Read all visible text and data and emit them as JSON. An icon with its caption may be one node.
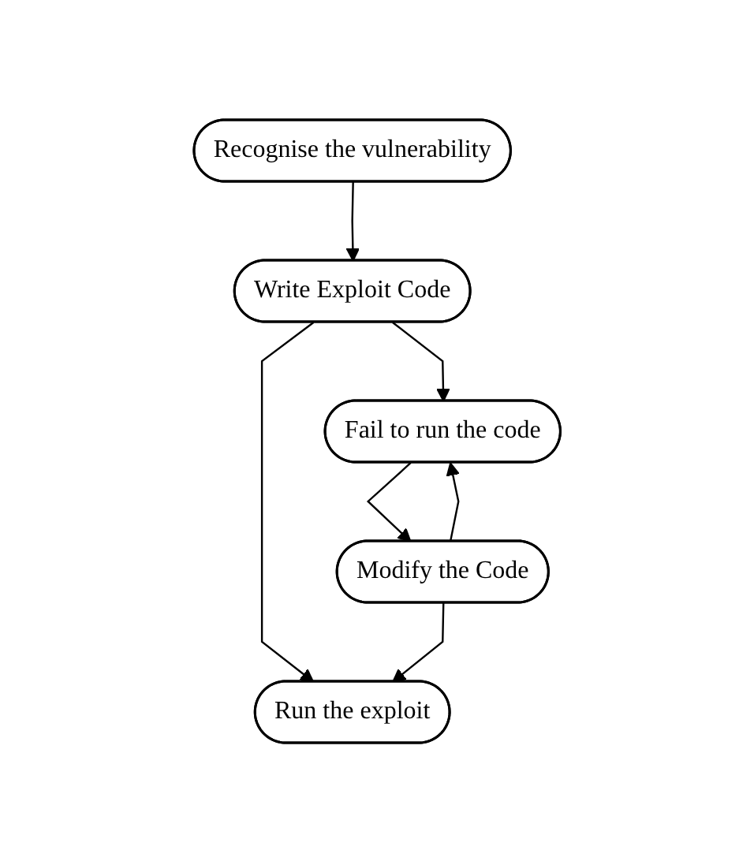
{
  "diagram": {
    "nodes": [
      {
        "text": [
          "Recognise the vulnerability"
        ]
      },
      {
        "text": [
          "Write Exploit Code"
        ]
      },
      {
        "text": [
          "Run the exploit"
        ]
      },
      {
        "text": [
          "Fail to run the code"
        ]
      },
      {
        "text": [
          "Modify the Code"
        ]
      }
    ],
    "edges": [
      {
        "from": 0,
        "to": 1,
        "arrow": "to"
      },
      {
        "from": 1,
        "to": 2,
        "arrow": "to"
      },
      {
        "from": 1,
        "to": 3,
        "arrow": "to"
      },
      {
        "from": 3,
        "to": 4,
        "arrow": "to"
      },
      {
        "from": 4,
        "to": 3,
        "arrow": "to"
      },
      {
        "from": 4,
        "to": 2,
        "arrow": "to"
      }
    ]
  }
}
